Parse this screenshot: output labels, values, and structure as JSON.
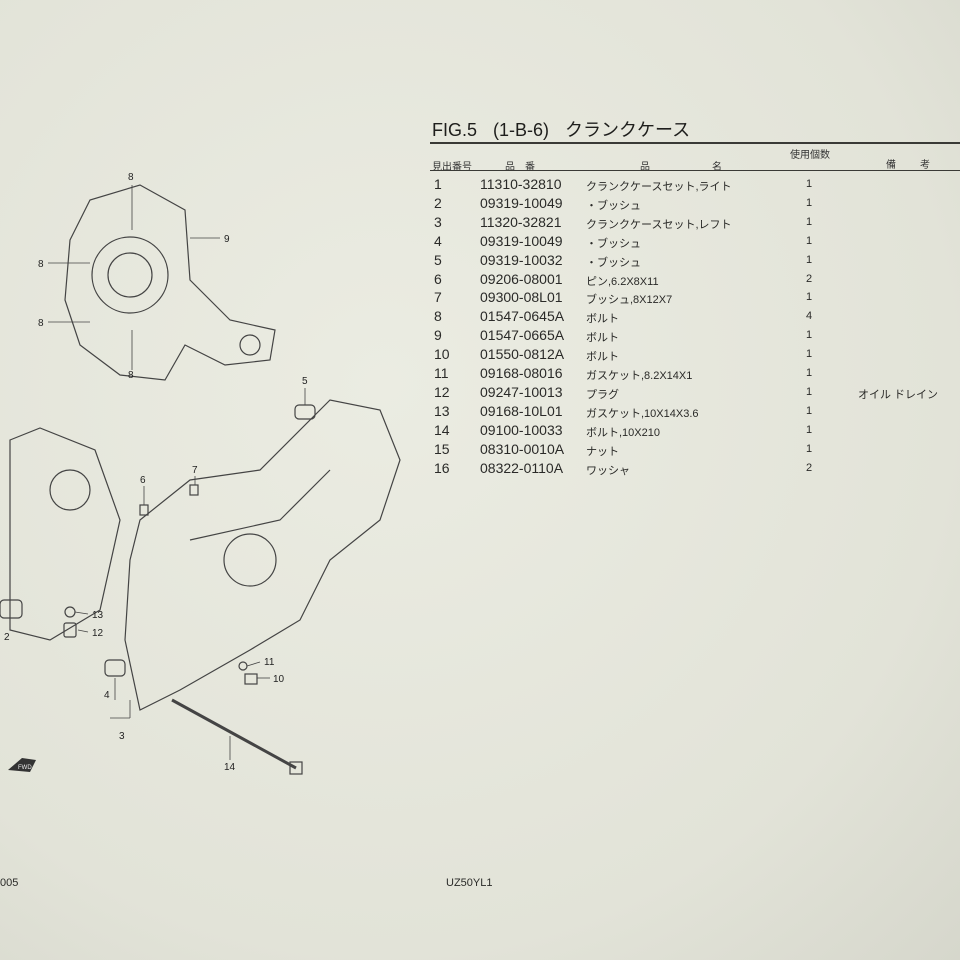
{
  "header": {
    "fig": "FIG.5",
    "code": "(1-B-6)",
    "title": "クランクケース"
  },
  "table": {
    "columns": {
      "ref_no": "見出番号",
      "part_no": "品　番",
      "name_a": "品",
      "name_b": "名",
      "qty": "使用個数",
      "remarks_a": "備",
      "remarks_b": "考"
    },
    "rows": [
      {
        "no": "1",
        "part": "11310-32810",
        "name": "クランクケースセット,ライト",
        "qty": "1",
        "remark": ""
      },
      {
        "no": "2",
        "part": "09319-10049",
        "name": "・ブッシュ",
        "qty": "1",
        "remark": ""
      },
      {
        "no": "3",
        "part": "11320-32821",
        "name": "クランクケースセット,レフト",
        "qty": "1",
        "remark": ""
      },
      {
        "no": "4",
        "part": "09319-10049",
        "name": "・ブッシュ",
        "qty": "1",
        "remark": ""
      },
      {
        "no": "5",
        "part": "09319-10032",
        "name": "・ブッシュ",
        "qty": "1",
        "remark": ""
      },
      {
        "no": "6",
        "part": "09206-08001",
        "name": "ピン,6.2X8X11",
        "qty": "2",
        "remark": ""
      },
      {
        "no": "7",
        "part": "09300-08L01",
        "name": "ブッシュ,8X12X7",
        "qty": "1",
        "remark": ""
      },
      {
        "no": "8",
        "part": "01547-0645A",
        "name": "ボルト",
        "qty": "4",
        "remark": ""
      },
      {
        "no": "9",
        "part": "01547-0665A",
        "name": "ボルト",
        "qty": "1",
        "remark": ""
      },
      {
        "no": "10",
        "part": "01550-0812A",
        "name": "ボルト",
        "qty": "1",
        "remark": ""
      },
      {
        "no": "11",
        "part": "09168-08016",
        "name": "ガスケット,8.2X14X1",
        "qty": "1",
        "remark": ""
      },
      {
        "no": "12",
        "part": "09247-10013",
        "name": "プラグ",
        "qty": "1",
        "remark": "オイル ドレイン"
      },
      {
        "no": "13",
        "part": "09168-10L01",
        "name": "ガスケット,10X14X3.6",
        "qty": "1",
        "remark": ""
      },
      {
        "no": "14",
        "part": "09100-10033",
        "name": "ボルト,10X210",
        "qty": "1",
        "remark": ""
      },
      {
        "no": "15",
        "part": "08310-0010A",
        "name": "ナット",
        "qty": "1",
        "remark": ""
      },
      {
        "no": "16",
        "part": "08322-0110A",
        "name": "ワッシャ",
        "qty": "2",
        "remark": ""
      }
    ]
  },
  "diagram": {
    "callouts": [
      "8",
      "9",
      "8",
      "8",
      "8",
      "5",
      "7",
      "6",
      "13",
      "12",
      "2",
      "11",
      "10",
      "4",
      "3",
      "14"
    ],
    "fwd_label": "FWD"
  },
  "footer": {
    "page": "005",
    "model": "UZ50YL1"
  }
}
